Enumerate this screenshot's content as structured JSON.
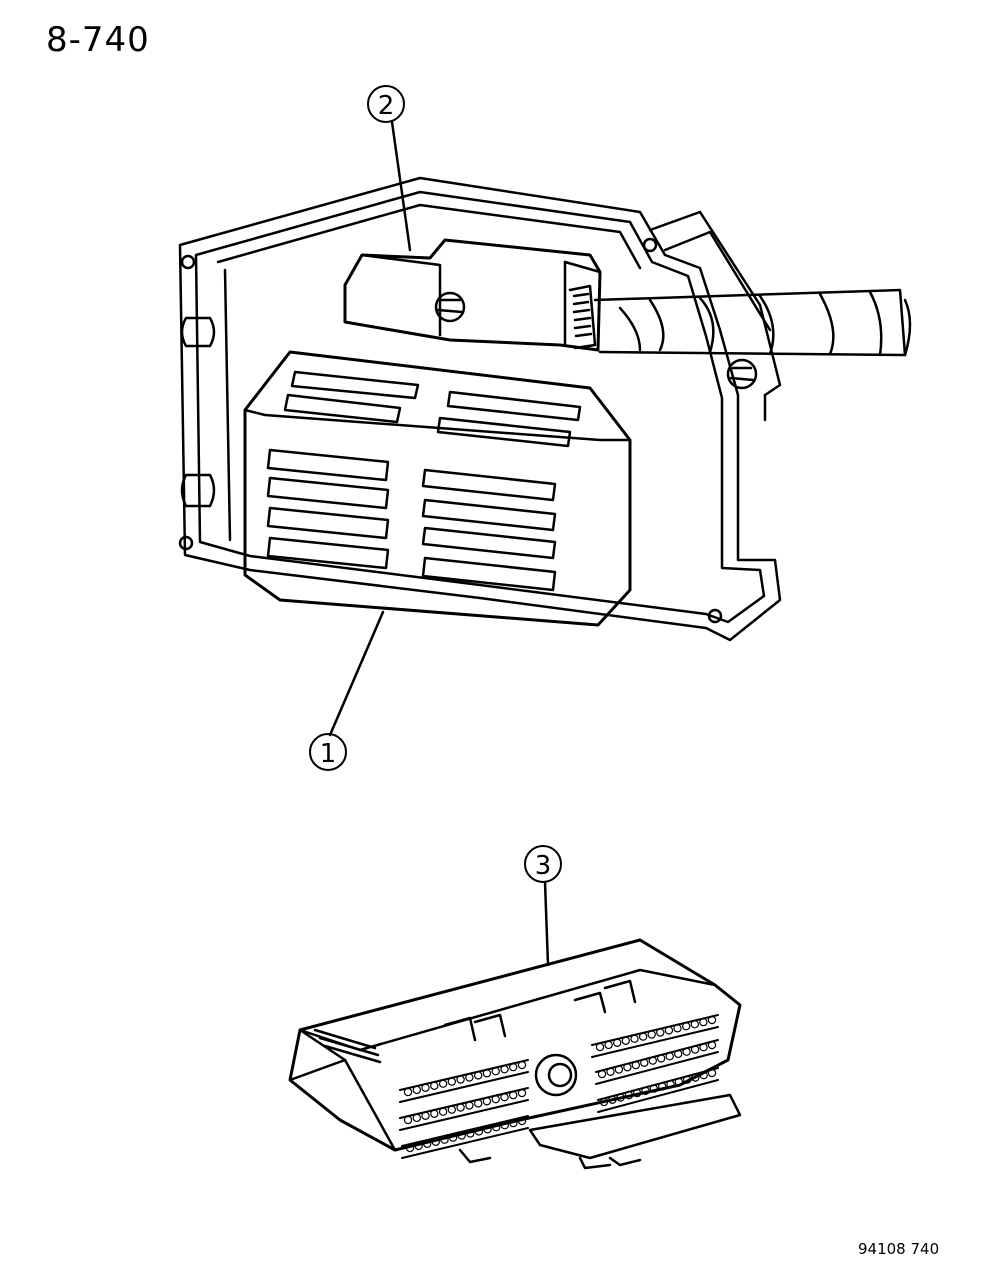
{
  "page_number": "8-740",
  "figure_code": "94108 740",
  "callouts": [
    {
      "id": "1",
      "label": "1"
    },
    {
      "id": "2",
      "label": "2"
    },
    {
      "id": "3",
      "label": "3"
    }
  ],
  "colors": {
    "line": "#000000",
    "background": "#ffffff"
  }
}
